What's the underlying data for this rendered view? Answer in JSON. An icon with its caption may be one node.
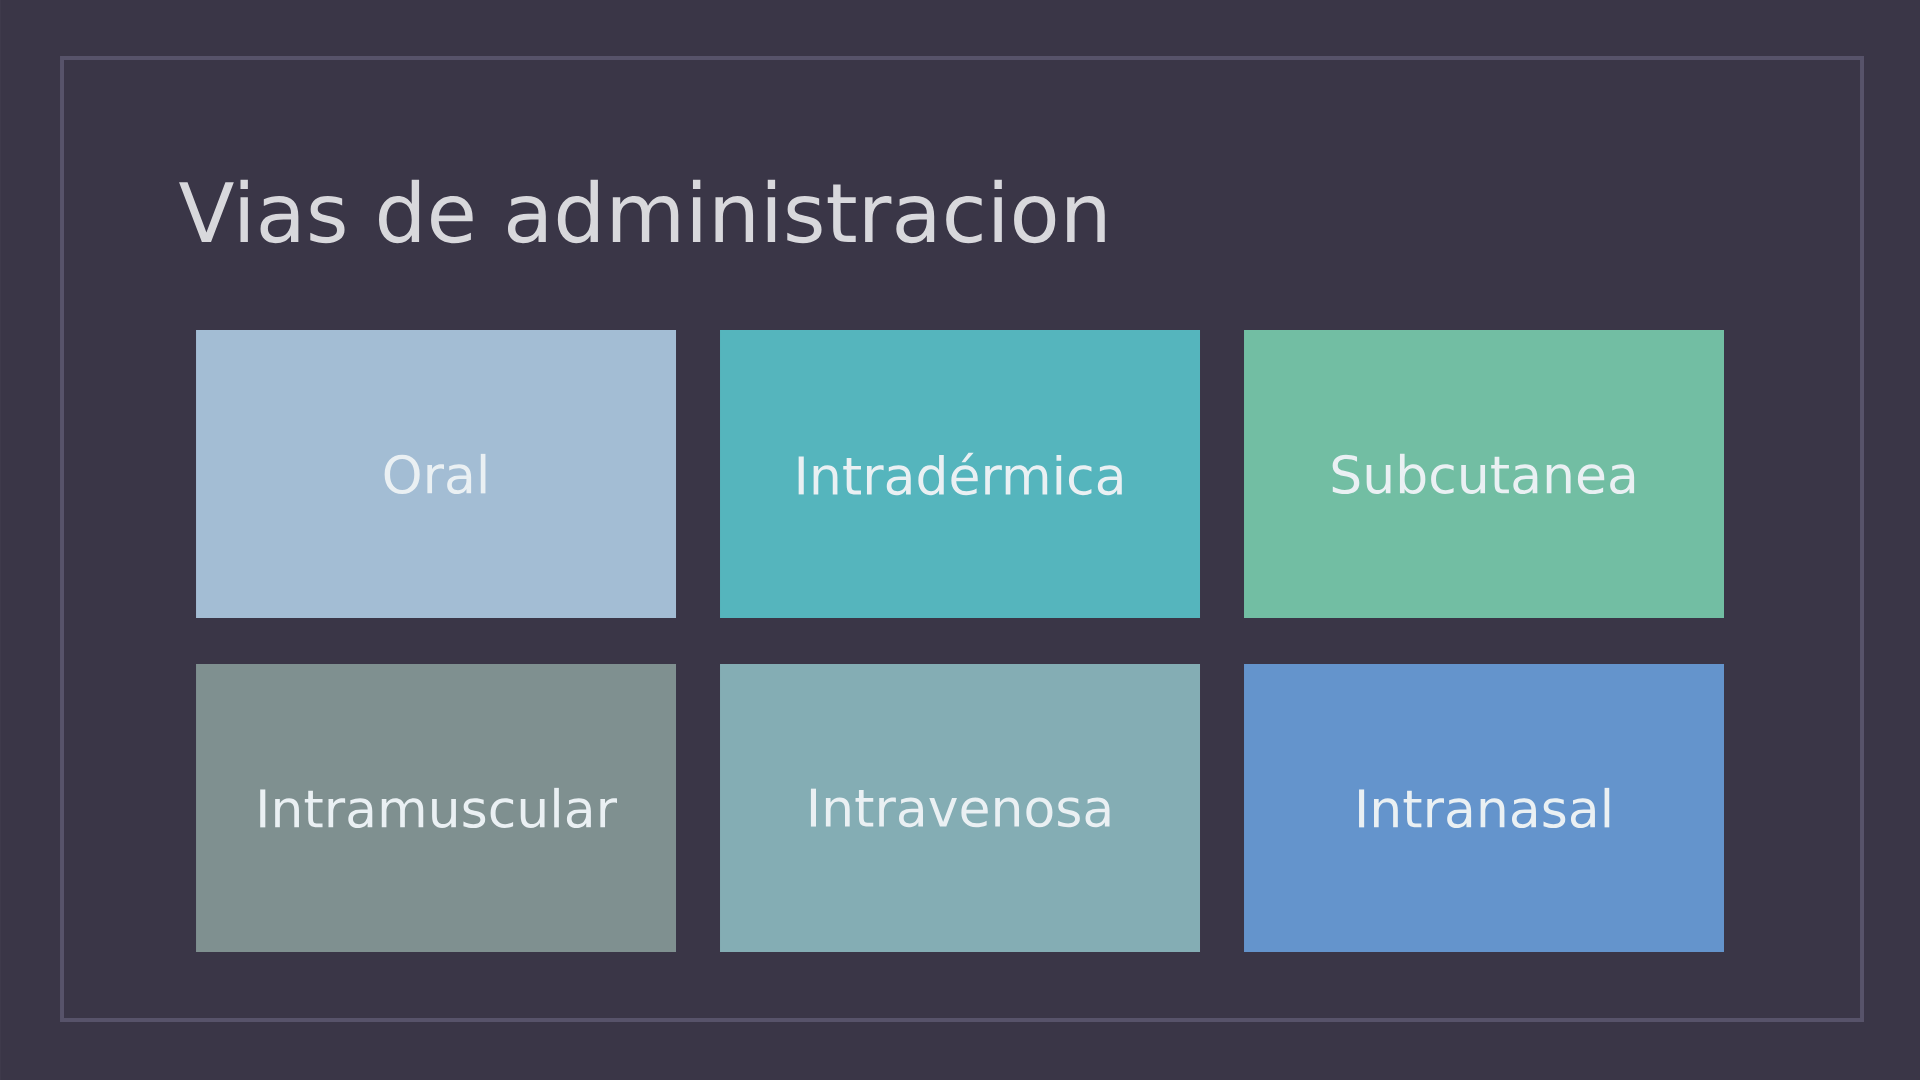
{
  "diagram": {
    "title": "Vias de administracion",
    "nodes": [
      {
        "text": [
          "Oral"
        ]
      },
      {
        "text": [
          "Intradérmica"
        ]
      },
      {
        "text": [
          "Subcutanea"
        ]
      },
      {
        "text": [
          "Intramuscular"
        ]
      },
      {
        "text": [
          "Intravenosa"
        ]
      },
      {
        "text": [
          "Intranasal"
        ]
      }
    ]
  }
}
